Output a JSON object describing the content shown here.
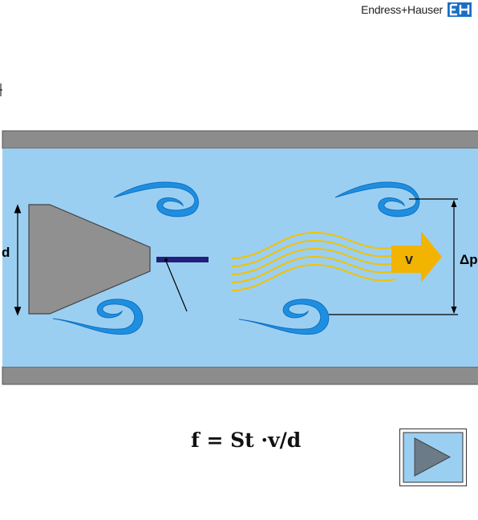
{
  "brand": {
    "name": "Endress+Hauser",
    "logo_text": "E+H"
  },
  "labels": {
    "diameter": "d",
    "velocity": "v",
    "pressure_diff": "Δp"
  },
  "formula": {
    "text": "f = St ·v/d"
  },
  "colors": {
    "fluid": "#9BCFF2",
    "pipe_wall": "#8C8C8C",
    "bluff_body": "#909090",
    "vortex": "#1E8FE0",
    "wave": "#F2C200",
    "arrow": "#F2B400",
    "sensor": "#22207A",
    "button_face": "#9BCFF2",
    "play_icon": "#6B7B88"
  },
  "icons": {
    "play": "play-triangle-icon",
    "brand": "eh-logo-icon"
  }
}
